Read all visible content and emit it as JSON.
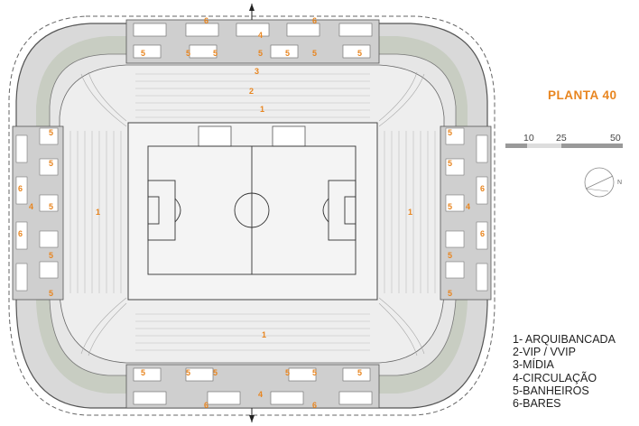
{
  "title": "PLANTA 40",
  "scale": {
    "ticks": [
      "10",
      "25",
      "50"
    ]
  },
  "north": {
    "label": "N"
  },
  "legend": [
    "1- ARQUIBANCADA",
    "2-VIP / VVIP",
    "3-MÍDIA",
    "4-CIRCULAÇÃO",
    "5-BANHEIROS",
    "6-BARES"
  ],
  "zones": {
    "stands": "1",
    "vip": "2",
    "media": "3",
    "circulation": "4",
    "restrooms": "5",
    "bars": "6"
  },
  "colors": {
    "accent": "#e8851f",
    "structure": "#d6d6d6",
    "seating": "#eeeeee",
    "landscape": "#c9cfc4",
    "lines": "#555555"
  }
}
